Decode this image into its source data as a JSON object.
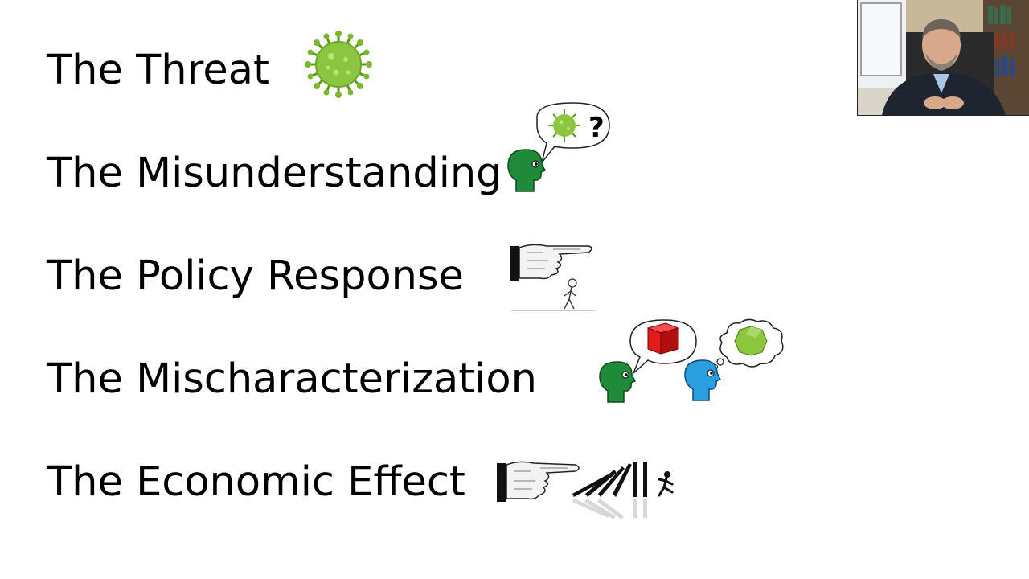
{
  "slide": {
    "items": [
      {
        "label": "The Threat",
        "icon": "virus-icon"
      },
      {
        "label": "The Misunderstanding",
        "icon": "confused-head-icon"
      },
      {
        "label": "The Policy Response",
        "icon": "pointing-hand-icon"
      },
      {
        "label": "The Mischaracterization",
        "icon": "two-heads-icon"
      },
      {
        "label": "The Economic Effect",
        "icon": "dominoes-icon"
      }
    ],
    "question_mark": "?"
  },
  "colors": {
    "virus_green": "#8cc63f",
    "head_green": "#1f8a3a",
    "head_blue": "#2a9fe0",
    "cube_red": "#e01b1b"
  },
  "webcam": {
    "icon": "presenter-video-icon"
  }
}
